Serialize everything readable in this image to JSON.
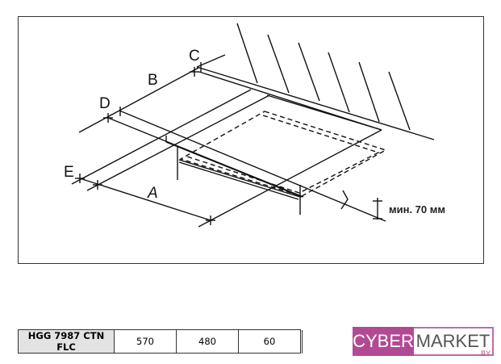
{
  "diagram": {
    "labels": {
      "a": "A",
      "b": "B",
      "c": "C",
      "d": "D",
      "e": "E"
    },
    "min_height": "мин. 70 мм"
  },
  "table": {
    "model": "HGG 7987 CTN FLC",
    "values": [
      "570",
      "480",
      "60"
    ]
  },
  "logo": {
    "part1": "CYBER",
    "part2": "MARKET",
    "suffix": ".BY",
    "color": "#b24a93"
  }
}
